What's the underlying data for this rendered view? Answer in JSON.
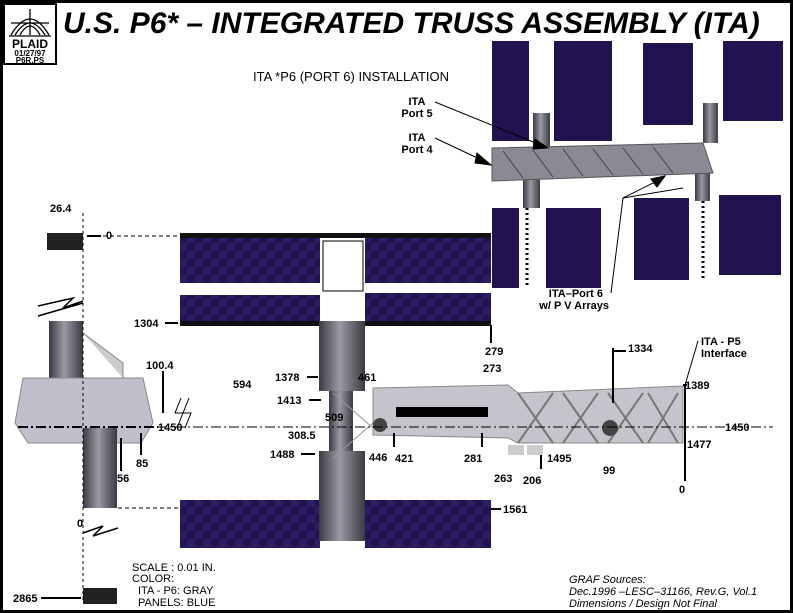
{
  "title": "U.S. P6* – INTEGRATED  TRUSS  ASSEMBLY (ITA)",
  "logo": {
    "name": "PLAID",
    "date": "01/27/97",
    "file": "P6R.PS"
  },
  "subtitle": "ITA *P6  (PORT 6)  INSTALLATION",
  "inset_labels": {
    "port5_a": "ITA",
    "port5_b": "Port 5",
    "port4_a": "ITA",
    "port4_b": "Port 4",
    "port6_a": "ITA–Port 6",
    "port6_b": "w/ P V  Arrays"
  },
  "dimensions": {
    "d26_4": "26.4",
    "d0_top": "0",
    "d1304": "1304",
    "d100_4": "100.4",
    "d594": "594",
    "d1450_left": "1450",
    "d85": "85",
    "d56": "56",
    "d0_bottom": "0",
    "d2865": "2865",
    "d279": "279",
    "d1378": "1378",
    "d1413": "1413",
    "d461": "461",
    "d509": "509",
    "d308_5": "308.5",
    "d1488": "1488",
    "d446": "446",
    "d421": "421",
    "d281": "281",
    "d273": "273",
    "d263": "263",
    "d206": "206",
    "d1495": "1495",
    "d1334": "1334",
    "d99": "99",
    "d1389": "1389",
    "d1477": "1477",
    "d0_right": "0",
    "d1450_right": "1450",
    "d1561": "1561"
  },
  "p5_interface": {
    "line1": "ITA - P5",
    "line2": "Interface"
  },
  "legend": {
    "scale": "SCALE : 0.01 IN.",
    "color": "COLOR:",
    "ita": "ITA - P6: GRAY",
    "panels": "PANELS: BLUE"
  },
  "sources": {
    "line1": "GRAF Sources:",
    "line2": "Dec.1996 –LESC–31166, Rev.G, Vol.1",
    "line3": "Dimensions / Design Not Final"
  },
  "colors": {
    "panel": "#22124f",
    "truss": "#b4b4c0",
    "mast": "#6e6e78"
  }
}
